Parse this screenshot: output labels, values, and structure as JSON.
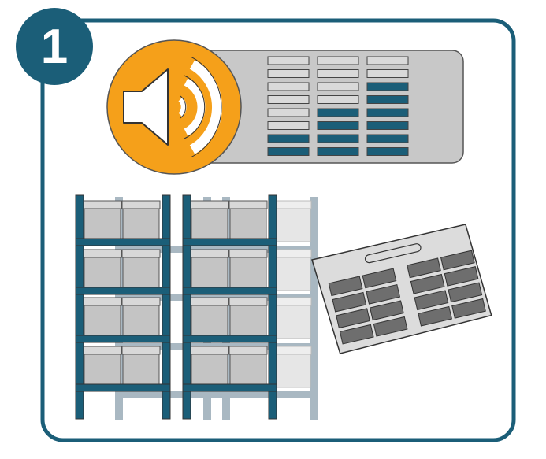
{
  "step": {
    "number": "1"
  },
  "colors": {
    "frame": "#1b5e78",
    "accent": "#f5a01a",
    "panel": "#c8c8c8",
    "light_slot": "#d9d9d9",
    "lit_slot": "#1b5e78",
    "back_rack": "#a9b8c2",
    "box": "#c4c4c4",
    "box_lid": "#d8d8d8",
    "label_sheet": "#dcdcdc",
    "label": "#6e6e6e"
  },
  "icons": {
    "speaker": "speaker-icon",
    "rack": "shelving-rack-icon",
    "label_sheet": "label-sheet-icon"
  },
  "indicator_panel": {
    "columns": [
      {
        "lit_count": 2
      },
      {
        "lit_count": 4
      },
      {
        "lit_count": 6
      }
    ],
    "rows": 8
  }
}
